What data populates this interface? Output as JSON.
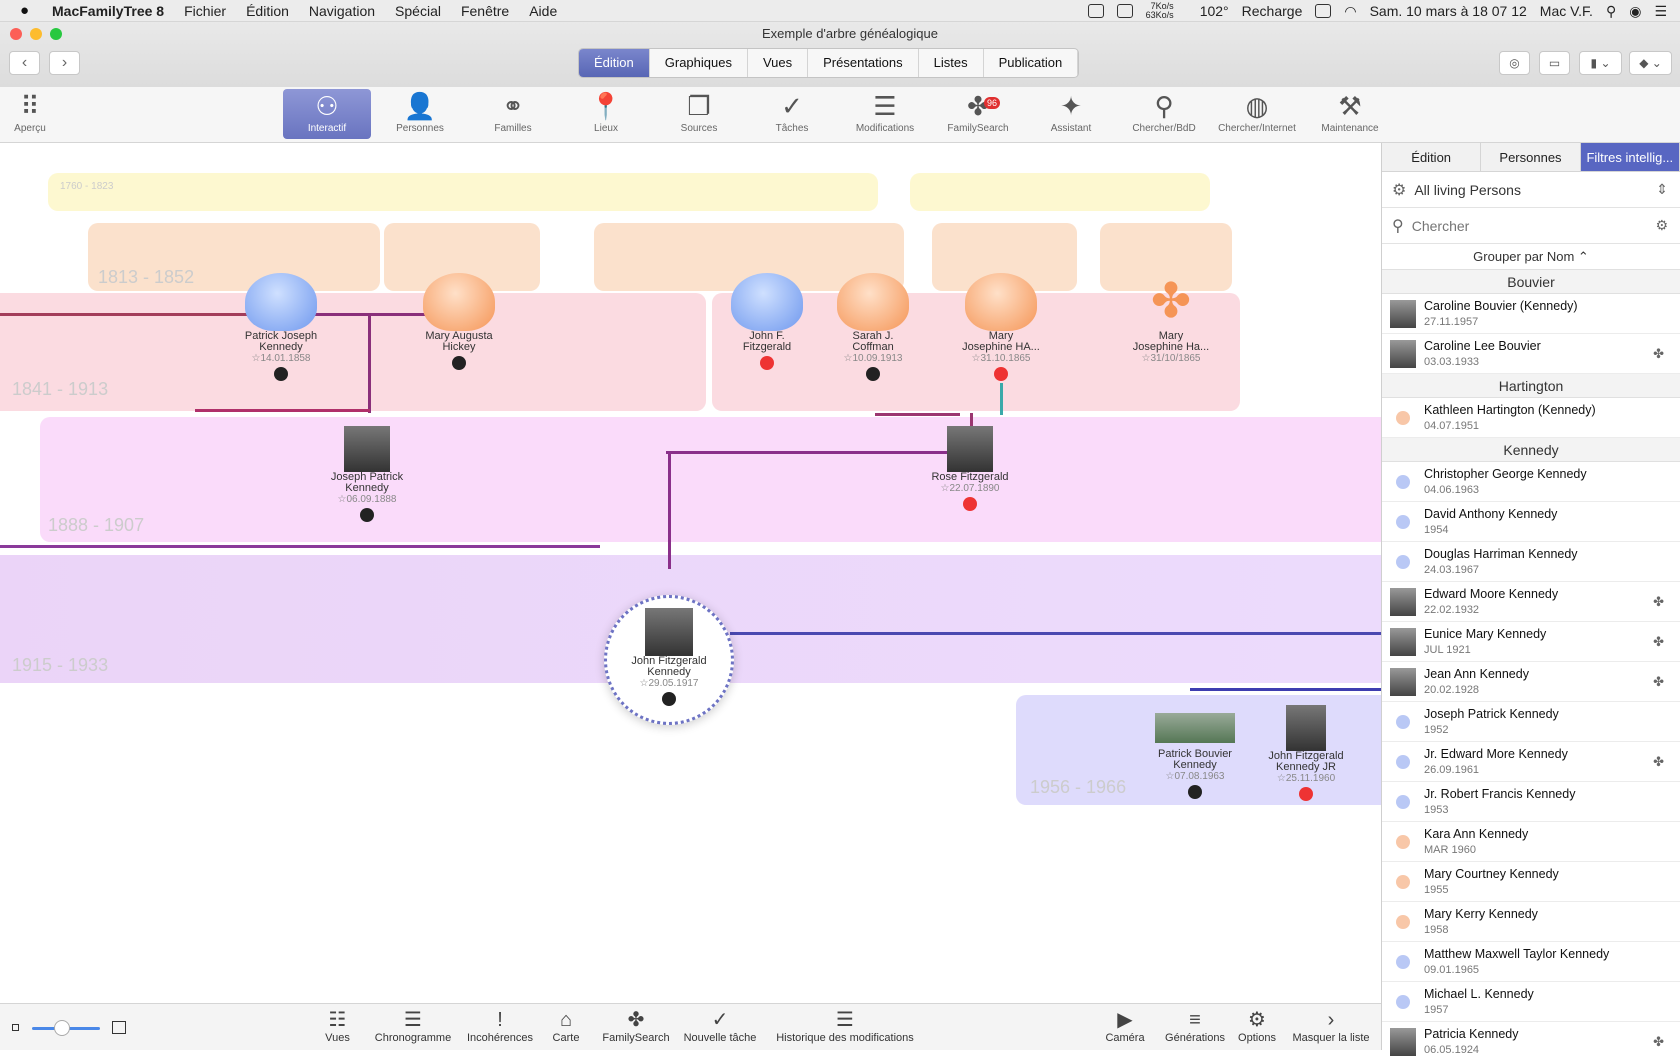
{
  "menubar": {
    "app": "MacFamilyTree 8",
    "menus": [
      "Fichier",
      "Édition",
      "Navigation",
      "Spécial",
      "Fenêtre",
      "Aide"
    ],
    "net_up": "7Ko/s",
    "net_down": "63Ko/s",
    "temp": "102°",
    "battery": "Recharge",
    "datetime": "Sam. 10 mars à  18 07 12",
    "user": "Mac V.F."
  },
  "window": {
    "title": "Exemple d'arbre généalogique"
  },
  "tabs": [
    "Édition",
    "Graphiques",
    "Vues",
    "Présentations",
    "Listes",
    "Publication"
  ],
  "tools": [
    {
      "label": "Aperçu",
      "icon": "grid-icon",
      "glyph": "⠿"
    },
    {
      "label": "Interactif",
      "icon": "interactive-icon",
      "glyph": "⚇"
    },
    {
      "label": "Personnes",
      "icon": "person-icon",
      "glyph": "👤"
    },
    {
      "label": "Familles",
      "icon": "rings-icon",
      "glyph": "⚭"
    },
    {
      "label": "Lieux",
      "icon": "pin-icon",
      "glyph": "📍"
    },
    {
      "label": "Sources",
      "icon": "sources-icon",
      "glyph": "❐"
    },
    {
      "label": "Tâches",
      "icon": "check-icon",
      "glyph": "✓"
    },
    {
      "label": "Modifications",
      "icon": "list-icon",
      "glyph": "☰"
    },
    {
      "label": "FamilySearch",
      "icon": "familysearch-icon",
      "glyph": "✤",
      "badge": "96"
    },
    {
      "label": "Assistant",
      "icon": "wand-icon",
      "glyph": "✦"
    },
    {
      "label": "Chercher/BdD",
      "icon": "search-icon",
      "glyph": "⚲"
    },
    {
      "label": "Chercher/Internet",
      "icon": "globe-icon",
      "glyph": "◍"
    },
    {
      "label": "Maintenance",
      "icon": "wrench-icon",
      "glyph": "⚒"
    }
  ],
  "chart": {
    "years": [
      "1760 - 1823",
      "1813 - 1852",
      "1841 - 1913",
      "1888 - 1907",
      "1915 - 1933",
      "1956 - 1966"
    ],
    "gen2": [
      {
        "name": "Patrick Joseph\nKennedy",
        "date": "☆14.01.1858",
        "sex": "m"
      },
      {
        "name": "Mary Augusta\nHickey",
        "date": "",
        "sex": "f"
      },
      {
        "name": "John F.\nFitzgerald",
        "date": "",
        "sex": "m"
      },
      {
        "name": "Sarah J.\nCoffman",
        "date": "☆10.09.1913",
        "sex": "f"
      },
      {
        "name": "Mary\nJosephine HA...",
        "date": "☆31.10.1865",
        "sex": "f"
      },
      {
        "name": "Mary\nJosephine Ha...",
        "date": "☆31/10/1865",
        "sex": "f"
      }
    ],
    "gen3": [
      {
        "name": "Joseph Patrick\nKennedy",
        "date": "☆06.09.1888"
      },
      {
        "name": "Rose Fitzgerald",
        "date": "☆22.07.1890"
      }
    ],
    "focus": {
      "name": "John Fitzgerald\nKennedy",
      "date": "☆29.05.1917"
    },
    "gen5": [
      {
        "name": "Patrick Bouvier\nKennedy",
        "date": "☆07.08.1963"
      },
      {
        "name": "John Fitzgerald\nKennedy JR",
        "date": "☆25.11.1960"
      }
    ]
  },
  "bottombar": [
    "Vues",
    "Chronogramme",
    "Incohérences",
    "Carte",
    "FamilySearch",
    "Nouvelle tâche",
    "Historique des modifications",
    "Caméra",
    "Générations",
    "Options",
    "Masquer la liste"
  ],
  "sidebar": {
    "tabs": [
      "Édition",
      "Personnes",
      "Filtres intellig..."
    ],
    "filter": "All living Persons",
    "search_placeholder": "Chercher",
    "group_by": "Grouper par Nom ⌃",
    "groups": [
      {
        "name": "Bouvier",
        "people": [
          {
            "name": "Caroline Bouvier (Kennedy)",
            "date": "27.11.1957",
            "photo": true,
            "tree": false
          },
          {
            "name": "Caroline Lee Bouvier",
            "date": "03.03.1933",
            "photo": true,
            "tree": true
          }
        ]
      },
      {
        "name": "Hartington",
        "people": [
          {
            "name": "Kathleen Hartington (Kennedy)",
            "date": "04.07.1951",
            "sex": "f",
            "tree": false
          }
        ]
      },
      {
        "name": "Kennedy",
        "people": [
          {
            "name": "Christopher George Kennedy",
            "date": "04.06.1963",
            "sex": "m",
            "tree": false
          },
          {
            "name": "David Anthony Kennedy",
            "date": "1954",
            "sex": "m",
            "tree": false
          },
          {
            "name": "Douglas Harriman Kennedy",
            "date": "24.03.1967",
            "sex": "m",
            "tree": false
          },
          {
            "name": "Edward Moore Kennedy",
            "date": "22.02.1932",
            "photo": true,
            "tree": true
          },
          {
            "name": "Eunice Mary Kennedy",
            "date": "JUL 1921",
            "photo": true,
            "tree": true
          },
          {
            "name": "Jean Ann Kennedy",
            "date": "20.02.1928",
            "photo": true,
            "tree": true
          },
          {
            "name": "Joseph Patrick Kennedy",
            "date": "1952",
            "sex": "m",
            "tree": false
          },
          {
            "name": "Jr. Edward More Kennedy",
            "date": "26.09.1961",
            "sex": "m",
            "tree": true
          },
          {
            "name": "Jr. Robert Francis Kennedy",
            "date": "1953",
            "sex": "m",
            "tree": false
          },
          {
            "name": "Kara Ann Kennedy",
            "date": "MAR 1960",
            "sex": "f",
            "tree": false
          },
          {
            "name": "Mary Courtney Kennedy",
            "date": "1955",
            "sex": "f",
            "tree": false
          },
          {
            "name": "Mary Kerry Kennedy",
            "date": "1958",
            "sex": "f",
            "tree": false
          },
          {
            "name": "Matthew Maxwell Taylor Kennedy",
            "date": "09.01.1965",
            "sex": "m",
            "tree": false
          },
          {
            "name": "Michael L. Kennedy",
            "date": "1957",
            "sex": "m",
            "tree": false
          },
          {
            "name": "Patricia Kennedy",
            "date": "06.05.1924",
            "photo": true,
            "tree": true
          }
        ]
      }
    ]
  },
  "colors": {
    "accent": "#5866c2",
    "male": "#7aa2f0",
    "female": "#f7a46c"
  }
}
